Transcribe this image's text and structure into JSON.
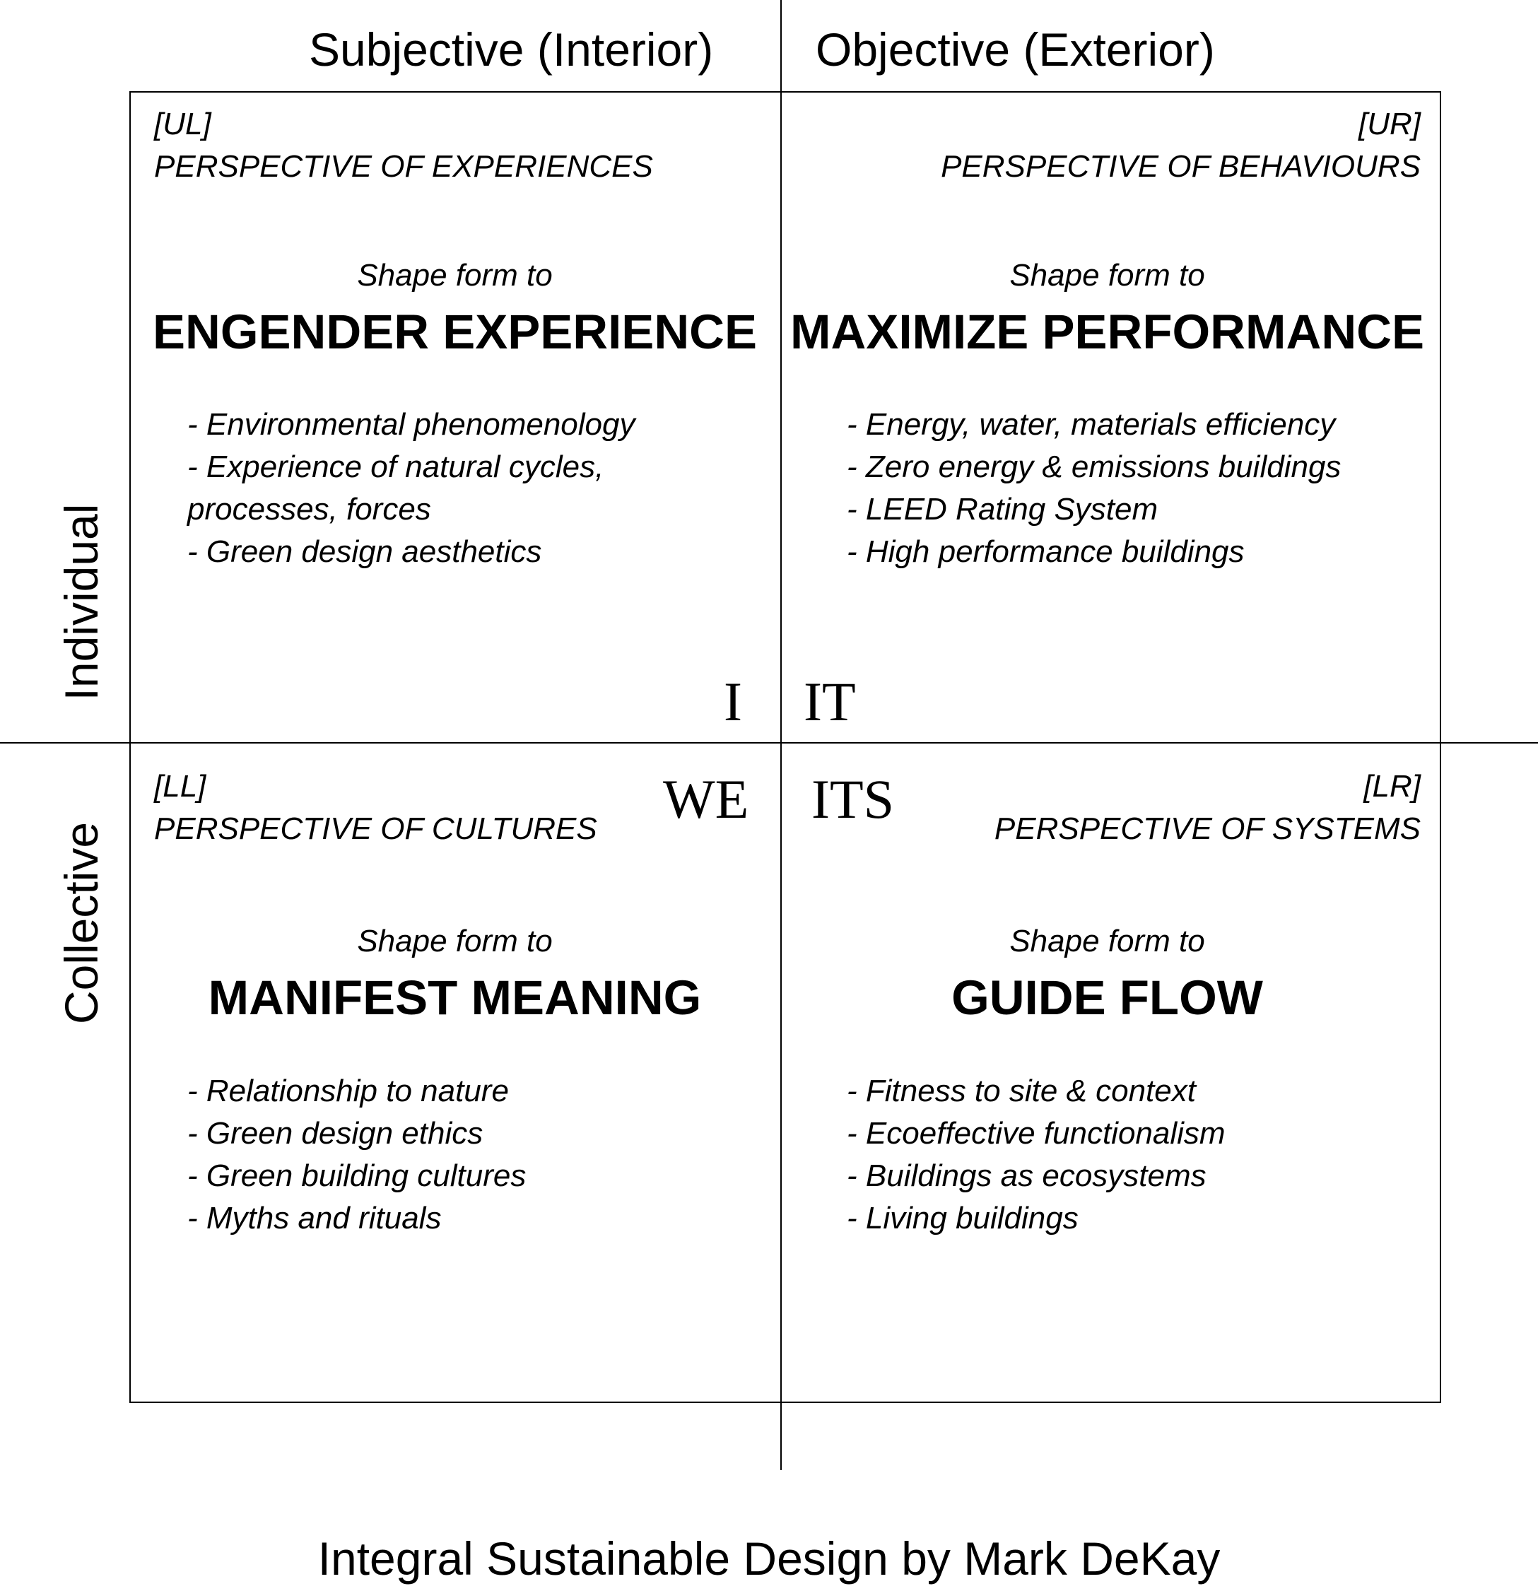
{
  "axes": {
    "top_left": "Subjective (Interior)",
    "top_right": "Objective (Exterior)",
    "left_upper": "Individual",
    "left_lower": "Collective"
  },
  "quadrants": {
    "ul": {
      "code": "[UL]",
      "perspective": "PERSPECTIVE OF EXPERIENCES",
      "intro": "Shape form to",
      "headline": "ENGENDER EXPERIENCE",
      "items": [
        "- Environmental phenomenology",
        "- Experience of natural cycles,",
        "processes, forces",
        "- Green design aesthetics"
      ],
      "pronoun": "I"
    },
    "ur": {
      "code": "[UR]",
      "perspective": "PERSPECTIVE OF BEHAVIOURS",
      "intro": "Shape form to",
      "headline": "MAXIMIZE PERFORMANCE",
      "items": [
        "- Energy, water, materials efficiency",
        "- Zero energy & emissions buildings",
        "- LEED Rating System",
        "- High performance buildings"
      ],
      "pronoun": "IT"
    },
    "ll": {
      "code": "[LL]",
      "perspective": "PERSPECTIVE OF CULTURES",
      "intro": "Shape form to",
      "headline": "MANIFEST MEANING",
      "items": [
        "- Relationship to nature",
        "- Green design ethics",
        "- Green building cultures",
        "- Myths and rituals"
      ],
      "pronoun": "WE"
    },
    "lr": {
      "code": "[LR]",
      "perspective": "PERSPECTIVE OF SYSTEMS",
      "intro": "Shape form to",
      "headline": "GUIDE FLOW",
      "items": [
        "- Fitness to site & context",
        "- Ecoeffective functionalism",
        "- Buildings as ecosystems",
        "- Living buildings"
      ],
      "pronoun": "ITS"
    }
  },
  "footer": "Integral Sustainable Design by Mark DeKay"
}
